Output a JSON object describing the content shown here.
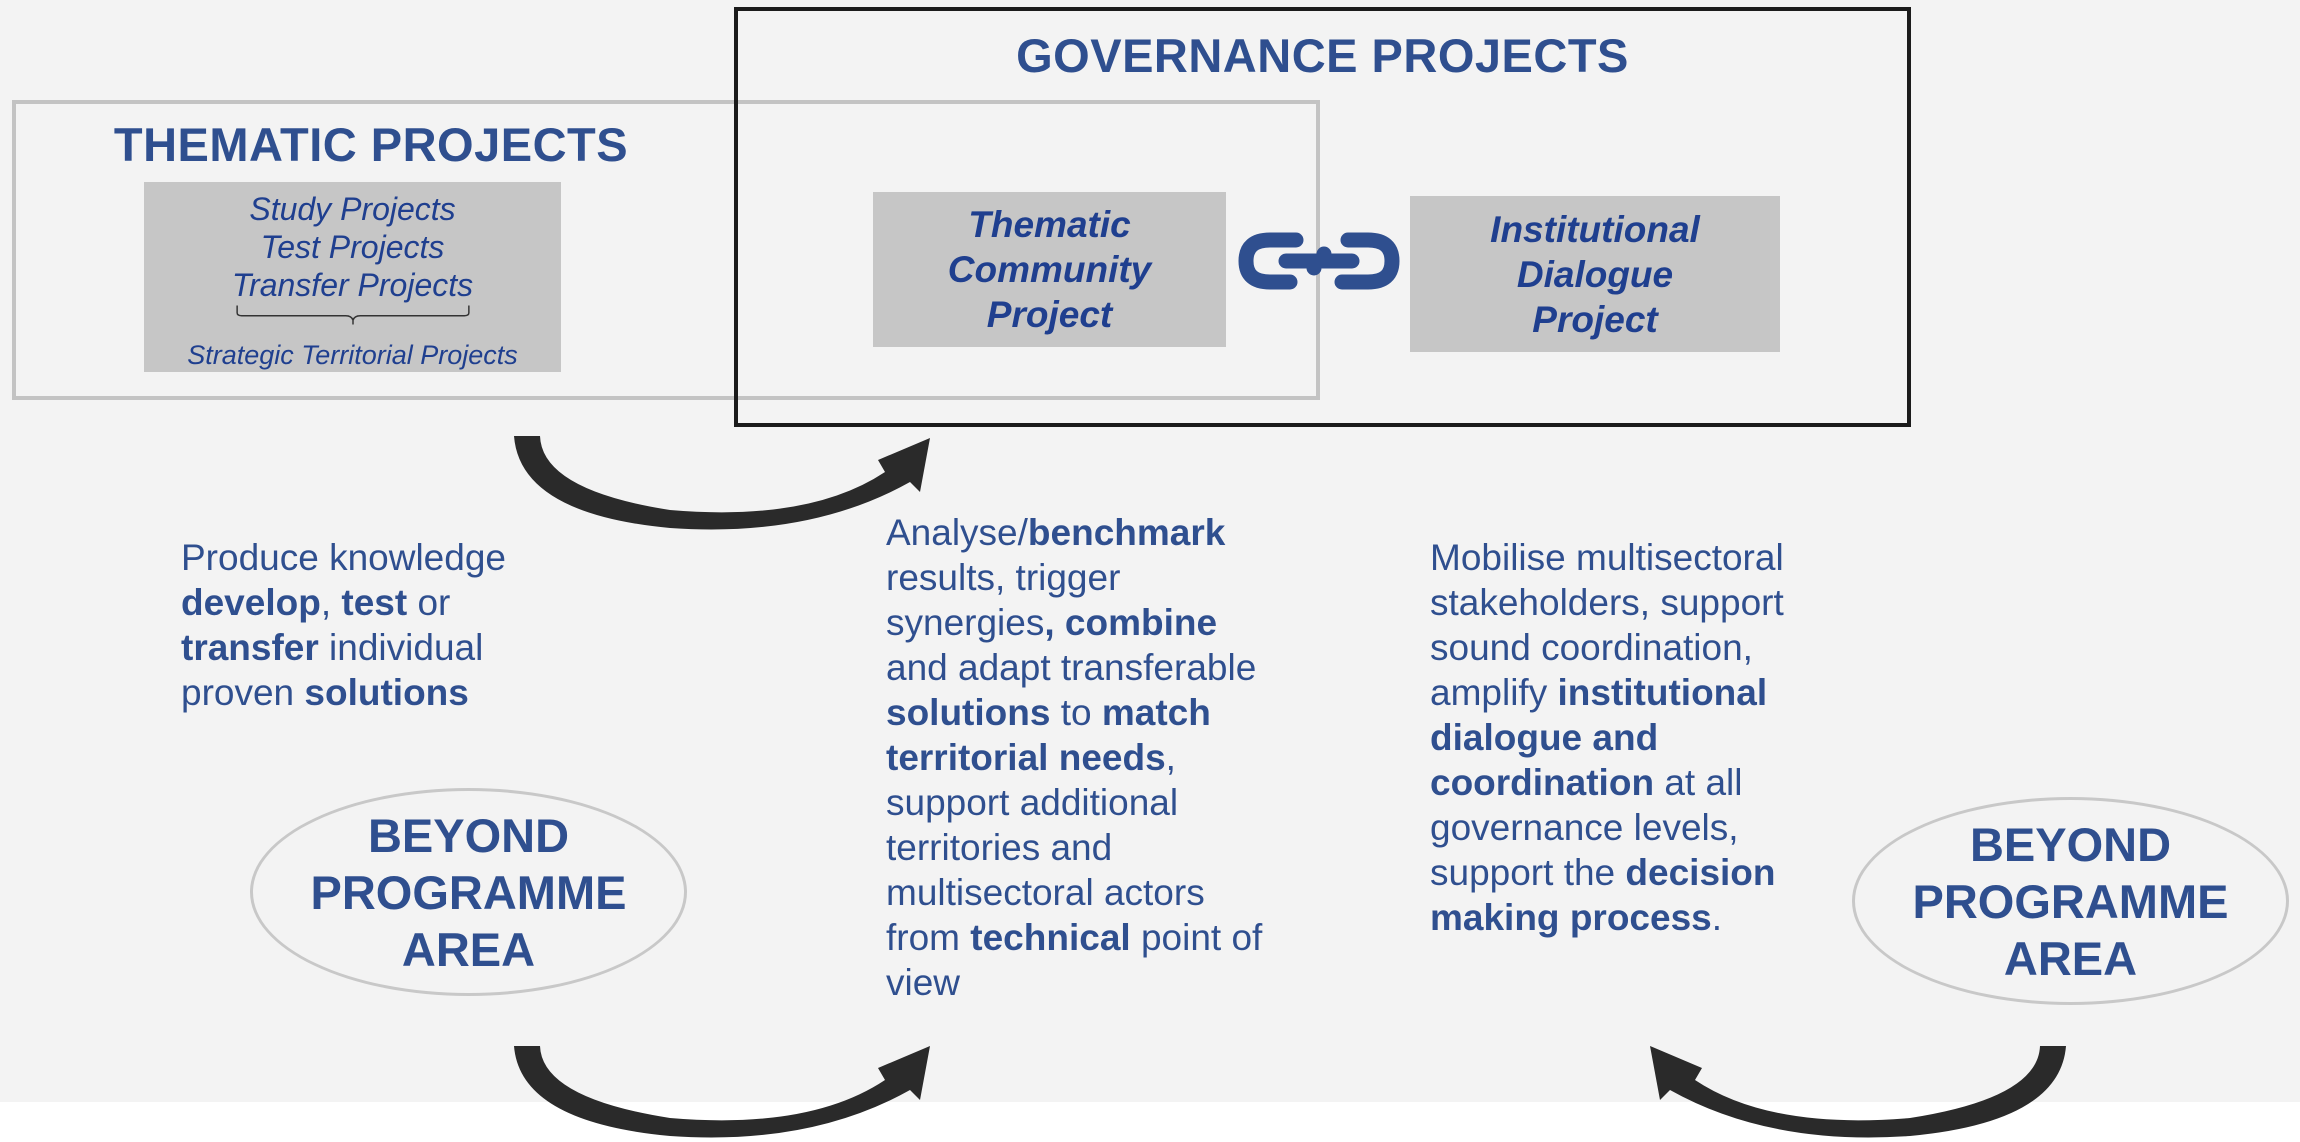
{
  "governance": {
    "title": "GOVERNANCE PROJECTS",
    "community_project": [
      "Thematic",
      "Community",
      "Project"
    ],
    "dialogue_project": [
      "Institutional",
      "Dialogue",
      "Project"
    ]
  },
  "thematic": {
    "title": "THEMATIC PROJECTS",
    "items": [
      "Study Projects",
      "Test Projects",
      "Transfer Projects"
    ],
    "strategic": "Strategic Territorial Projects"
  },
  "descriptions": {
    "left": [
      [
        {
          "t": "Produce knowledge",
          "b": false
        }
      ],
      [
        {
          "t": "develop",
          "b": true
        },
        {
          "t": ", ",
          "b": false
        },
        {
          "t": "test",
          "b": true
        },
        {
          "t": " or",
          "b": false
        }
      ],
      [
        {
          "t": "transfer",
          "b": true
        },
        {
          "t": " individual",
          "b": false
        }
      ],
      [
        {
          "t": "proven ",
          "b": false
        },
        {
          "t": "solutions",
          "b": true
        }
      ]
    ],
    "middle": [
      [
        {
          "t": "Analyse/",
          "b": false
        },
        {
          "t": "benchmark",
          "b": true
        }
      ],
      [
        {
          "t": "results, trigger",
          "b": false
        }
      ],
      [
        {
          "t": "synergies",
          "b": false
        },
        {
          "t": ", combine",
          "b": true
        }
      ],
      [
        {
          "t": "and adapt transferable",
          "b": false
        }
      ],
      [
        {
          "t": "solutions",
          "b": true
        },
        {
          "t": " to ",
          "b": false
        },
        {
          "t": "match",
          "b": true
        }
      ],
      [
        {
          "t": "territorial needs",
          "b": true
        },
        {
          "t": ",",
          "b": false
        }
      ],
      [
        {
          "t": "support additional",
          "b": false
        }
      ],
      [
        {
          "t": "territories and",
          "b": false
        }
      ],
      [
        {
          "t": "multisectoral actors",
          "b": false
        }
      ],
      [
        {
          "t": "from ",
          "b": false
        },
        {
          "t": "technical",
          "b": true
        },
        {
          "t": " point of",
          "b": false
        }
      ],
      [
        {
          "t": "view",
          "b": false
        }
      ]
    ],
    "right": [
      [
        {
          "t": "Mobilise multisectoral",
          "b": false
        }
      ],
      [
        {
          "t": "stakeholders, support",
          "b": false
        }
      ],
      [
        {
          "t": "sound coordination,",
          "b": false
        }
      ],
      [
        {
          "t": "amplify ",
          "b": false
        },
        {
          "t": "institutional",
          "b": true
        }
      ],
      [
        {
          "t": "dialogue and",
          "b": true
        }
      ],
      [
        {
          "t": "coordination",
          "b": true
        },
        {
          "t": " at all",
          "b": false
        }
      ],
      [
        {
          "t": "governance levels,",
          "b": false
        }
      ],
      [
        {
          "t": "support the ",
          "b": false
        },
        {
          "t": "decision",
          "b": true
        }
      ],
      [
        {
          "t": "making process",
          "b": true
        },
        {
          "t": ".",
          "b": false
        }
      ]
    ]
  },
  "beyond_left": [
    "BEYOND",
    "PROGRAMME",
    "AREA"
  ],
  "beyond_right": [
    "BEYOND",
    "PROGRAMME",
    "AREA"
  ],
  "colors": {
    "title_blue": "#2f4f8f",
    "box_text_blue": "#1f3f8f",
    "box_grey": "#c6c6c6",
    "canvas": "#f3f3f3",
    "arrow": "#2a2a2a",
    "chain": "#2f4f8f"
  },
  "icons": [
    "link-chain-icon",
    "curved-arrow-icon"
  ]
}
